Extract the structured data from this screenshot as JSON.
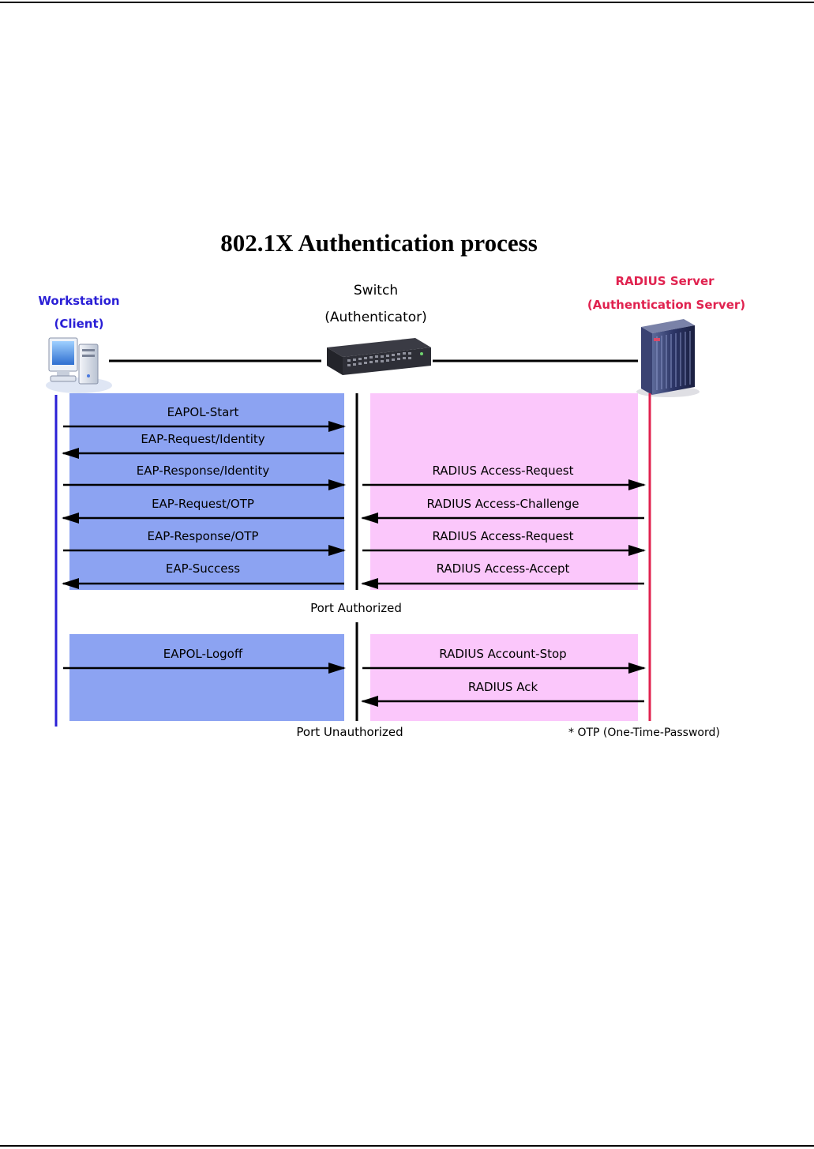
{
  "title": "802.1X Authentication process",
  "colors": {
    "client_accent": "#2a1fd6",
    "server_accent": "#e0224f",
    "client_panel": "#8ca3f2",
    "server_panel": "#fbc7fb",
    "line": "#000000"
  },
  "nodes": {
    "client": {
      "name": "Workstation",
      "role": "(Client)",
      "icon": "workstation-icon"
    },
    "switch": {
      "name": "Switch",
      "role": "(Authenticator)",
      "icon": "switch-icon"
    },
    "server": {
      "name": "RADIUS Server",
      "role": "(Authentication Server)",
      "icon": "server-icon"
    }
  },
  "authorized_phase": {
    "client_messages": [
      {
        "label": "EAPOL-Start",
        "direction": "to-switch"
      },
      {
        "label": "EAP-Request/Identity",
        "direction": "to-client"
      },
      {
        "label": "EAP-Response/Identity",
        "direction": "to-switch"
      },
      {
        "label": "EAP-Request/OTP",
        "direction": "to-client"
      },
      {
        "label": "EAP-Response/OTP",
        "direction": "to-switch"
      },
      {
        "label": "EAP-Success",
        "direction": "to-client"
      }
    ],
    "server_messages": [
      {
        "label": "RADIUS Access-Request",
        "direction": "to-server"
      },
      {
        "label": "RADIUS Access-Challenge",
        "direction": "to-switch"
      },
      {
        "label": "RADIUS Access-Request",
        "direction": "to-server"
      },
      {
        "label": "RADIUS Access-Accept",
        "direction": "to-switch"
      }
    ],
    "state_label": "Port Authorized"
  },
  "unauthorized_phase": {
    "client_messages": [
      {
        "label": "EAPOL-Logoff",
        "direction": "to-switch"
      }
    ],
    "server_messages": [
      {
        "label": "RADIUS Account-Stop",
        "direction": "to-server"
      },
      {
        "label": "RADIUS Ack",
        "direction": "to-switch"
      }
    ],
    "state_label": "Port Unauthorized"
  },
  "footnote": "* OTP (One-Time-Password)"
}
